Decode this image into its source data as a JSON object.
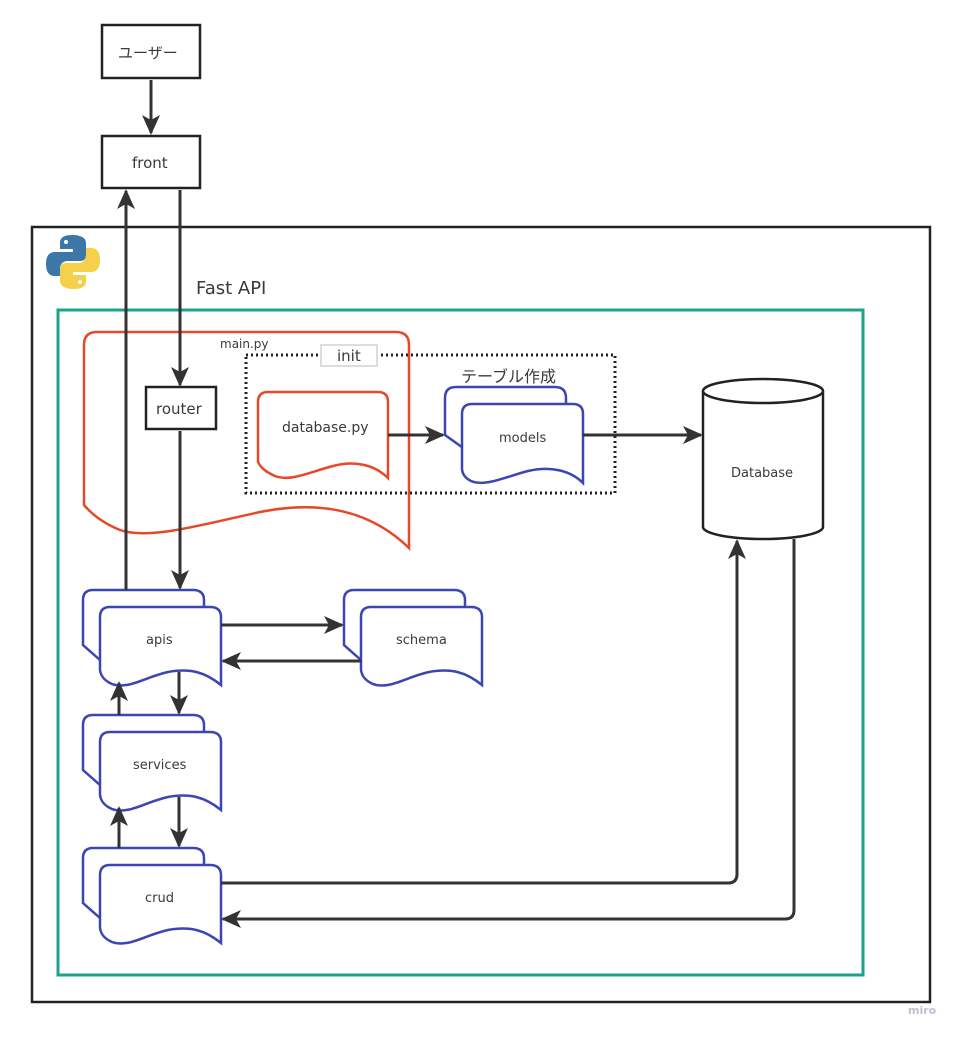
{
  "diagram": {
    "nodes": {
      "user": "ユーザー",
      "front": "front",
      "container_title": "Fast API",
      "main": "main.py",
      "init": "init",
      "router": "router",
      "database_py": "database.py",
      "table_create": "テーブル作成",
      "models": "models",
      "database": "Database",
      "apis": "apis",
      "schema": "schema",
      "services": "services",
      "crud": "crud"
    },
    "edges": [
      {
        "from": "user",
        "to": "front"
      },
      {
        "from": "front",
        "to": "router"
      },
      {
        "from": "router",
        "to": "apis"
      },
      {
        "from": "apis",
        "to": "front"
      },
      {
        "from": "database_py",
        "to": "models"
      },
      {
        "from": "models",
        "to": "database"
      },
      {
        "from": "apis",
        "to": "schema"
      },
      {
        "from": "schema",
        "to": "apis"
      },
      {
        "from": "apis",
        "to": "services"
      },
      {
        "from": "services",
        "to": "apis"
      },
      {
        "from": "services",
        "to": "crud"
      },
      {
        "from": "crud",
        "to": "services"
      },
      {
        "from": "crud",
        "to": "database"
      },
      {
        "from": "database",
        "to": "crud"
      }
    ],
    "colors": {
      "outline": "#222222",
      "container_green": "#1aa38a",
      "main_red": "#e8472a",
      "doc_blue": "#3b46b0",
      "arrow": "#333333"
    },
    "icons": {
      "python": "python-logo-icon"
    },
    "watermark": "miro"
  }
}
